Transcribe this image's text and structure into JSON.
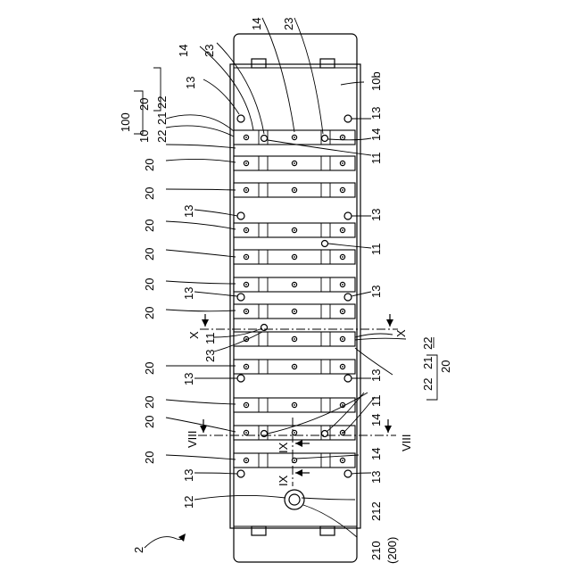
{
  "figure": {
    "labels": {
      "l2": "2",
      "l10": "10",
      "l10b": "10b",
      "l11": "11",
      "l12": "12",
      "l13": "13",
      "l14": "14",
      "l20": "20",
      "l21": "21",
      "l22": "22",
      "l23": "23",
      "l100": "100",
      "l210": "210",
      "l212": "212",
      "l200": "(200)",
      "lX": "X",
      "lVIII": "VIII",
      "lIX": "IX"
    }
  }
}
